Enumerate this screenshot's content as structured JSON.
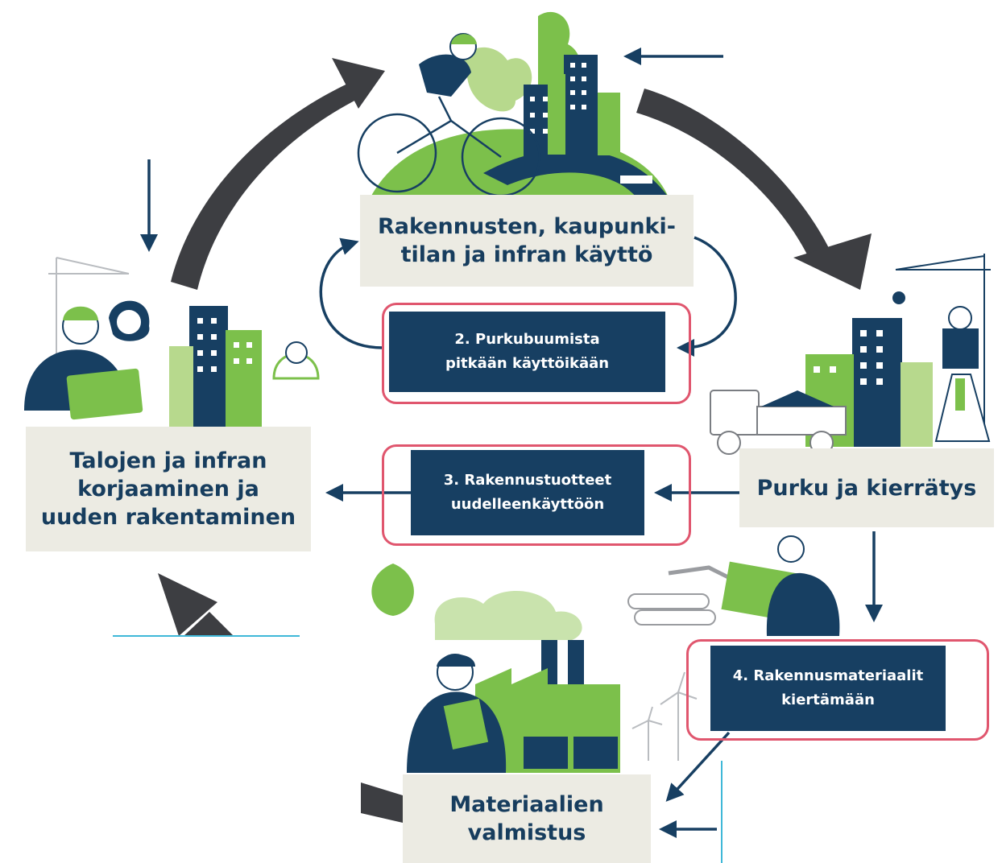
{
  "stages": {
    "use": "Rakennusten, kaupunki-\ntilan ja infran käyttö",
    "repair": "Talojen ja infran\nkorjaaminen ja\nuuden rakentaminen",
    "demolition": "Purku ja kierrätys",
    "manufacturing": "Materiaalien\nvalmistus"
  },
  "steps": {
    "step2": "2. Purkubuumista\npitkään käyttöikään",
    "step3": "3. Rakennustuotteet\nuudelleenkäyttöön",
    "step4": "4. Rakennusmateriaalit\nkiertämään"
  },
  "colors": {
    "navy": "#173f62",
    "green": "#7cc04b",
    "light_green": "#b7d98d",
    "beige": "#ecebe3",
    "arrow_gray": "#3d3e42",
    "highlight_red": "#e0566e"
  }
}
